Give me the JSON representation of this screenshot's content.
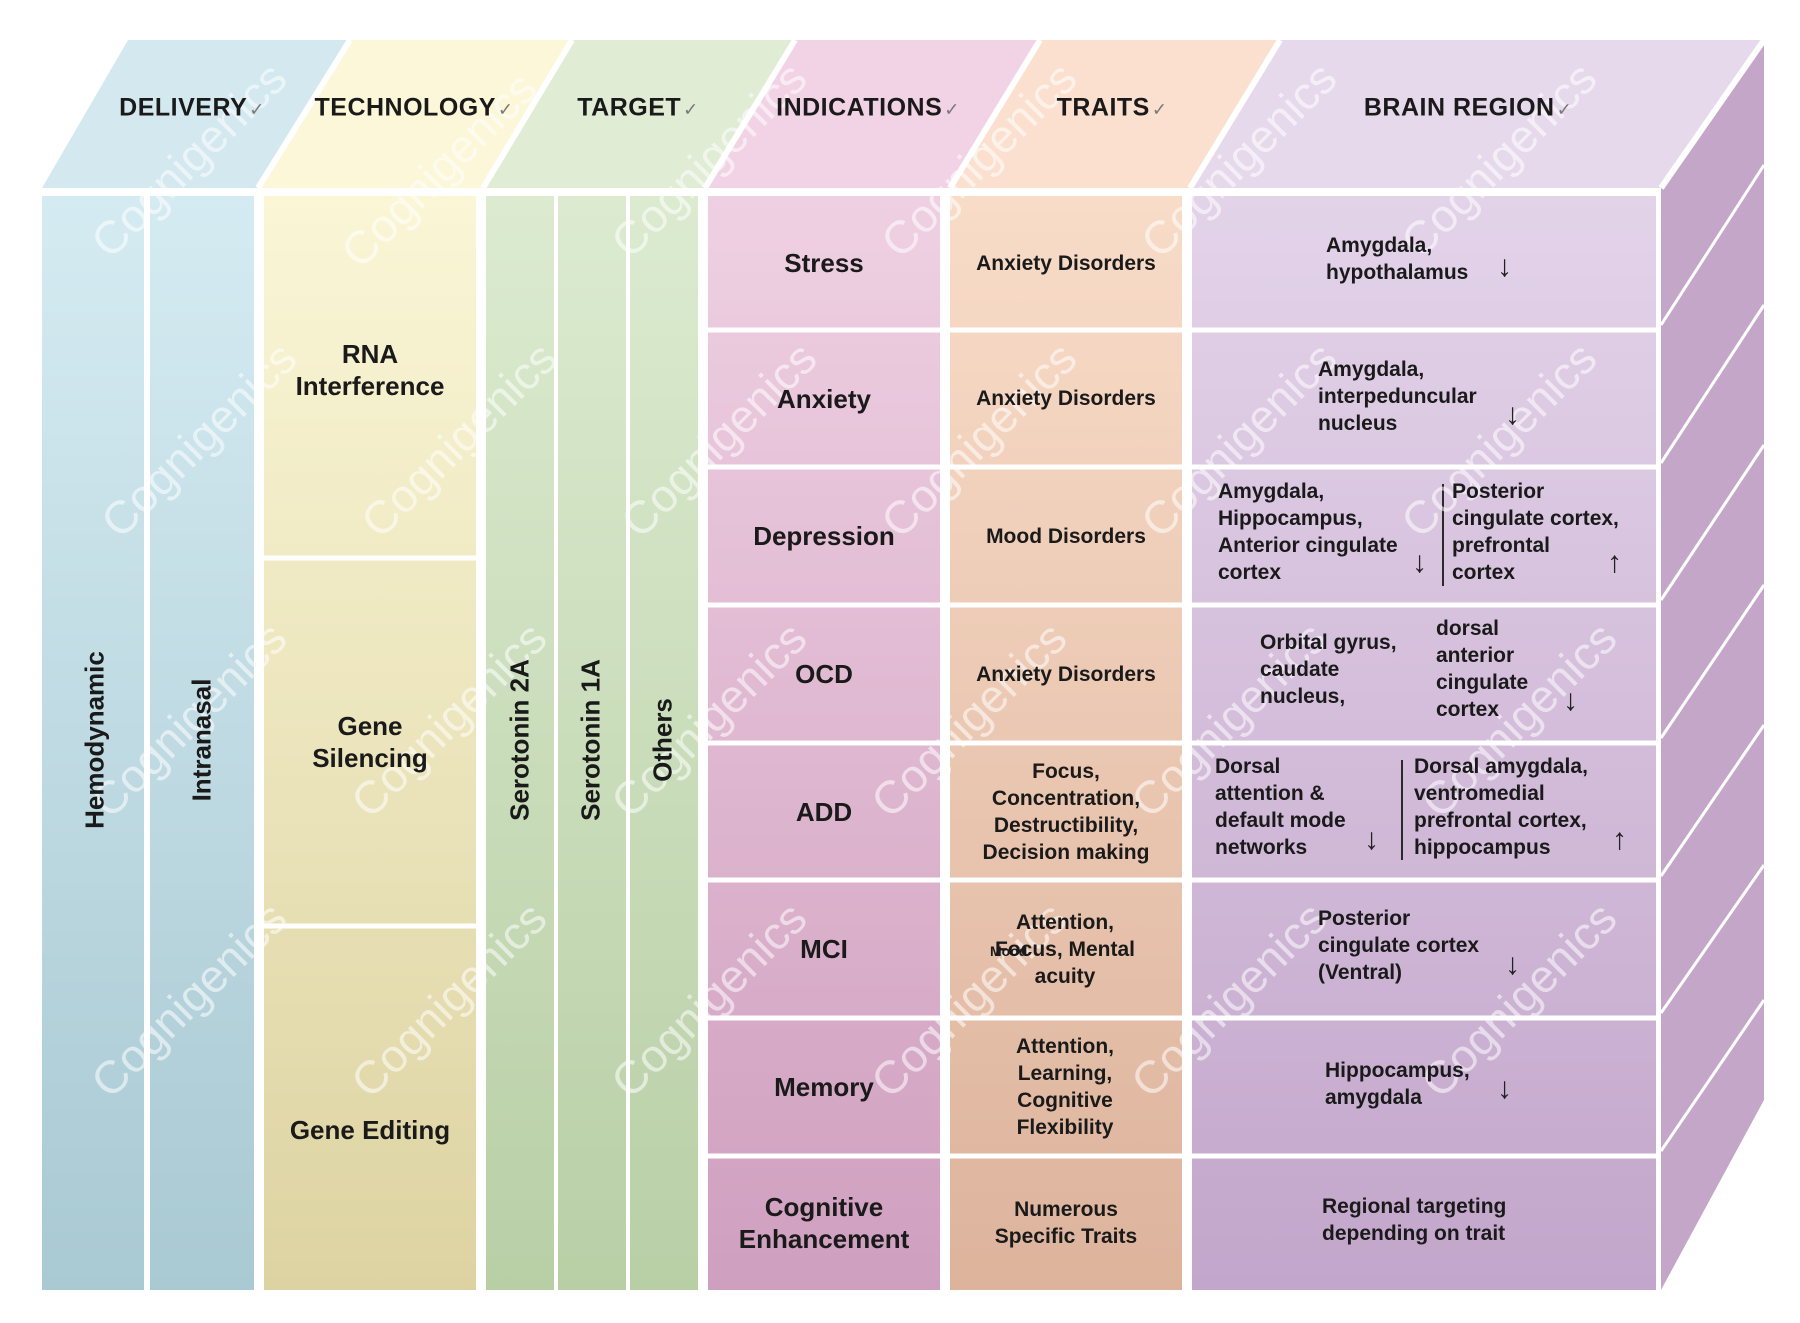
{
  "headers": [
    "DELIVERY",
    "TECHNOLOGY",
    "TARGET",
    "INDICATIONS",
    "TRAITS",
    "BRAIN REGION"
  ],
  "delivery": [
    "Hemodynamic",
    "Intranasal"
  ],
  "technology": [
    "RNA Interference",
    "Gene Silencing",
    "Gene Editing"
  ],
  "target": [
    "Serotonin 2A",
    "Serotonin 1A",
    "Others"
  ],
  "indications": [
    "Stress",
    "Anxiety",
    "Depression",
    "OCD",
    "ADD",
    "MCI",
    "Memory",
    "Cognitive Enhancement"
  ],
  "traits": [
    "Anxiety Disorders",
    "Anxiety Disorders",
    "Mood Disorders",
    "Anxiety Disorders",
    "Focus, Concentration, Destructibility, Decision making",
    "Attention, Focus, Mental acuity",
    "Attention, Learning, Cognitive Flexibility",
    "Numerous Specific Traits"
  ],
  "traits_extra": {
    "mood_small": "Mood"
  },
  "brain": {
    "stress": [
      "Amygdala,",
      "hypothalamus"
    ],
    "anxiety": [
      "Amygdala,",
      "interpeduncular",
      "nucleus"
    ],
    "depression_left": [
      "Amygdala,",
      "Hippocampus,",
      "Anterior cingulate",
      "cortex"
    ],
    "depression_right": [
      "Posterior",
      "cingulate cortex,",
      "prefrontal",
      "cortex"
    ],
    "ocd_left": [
      "Orbital gyrus,",
      "caudate",
      "nucleus,"
    ],
    "ocd_right": [
      "dorsal",
      "anterior",
      "cingulate",
      "cortex"
    ],
    "add_left": [
      "Dorsal",
      "attention &",
      "default mode",
      "networks"
    ],
    "add_right": [
      "Dorsal amygdala,",
      "ventromedial",
      "prefrontal cortex,",
      "hippocampus"
    ],
    "mci": [
      "Posterior",
      "cingulate cortex",
      "(Ventral)"
    ],
    "memory": [
      "Hippocampus,",
      "amygdala"
    ],
    "cognitive": [
      "Regional targeting",
      "depending on trait"
    ]
  },
  "arrows": {
    "down": "↓",
    "up": "↑"
  },
  "watermark": "Cognigenics",
  "colors": {
    "delivery": "#cfe6ee",
    "technology": "#f6f1cc",
    "target": "#d6e6c6",
    "indications": "#eac8dc",
    "traits": "#f4d4bf",
    "brain": "#d9c6e1",
    "side": "#c4a6c8"
  }
}
